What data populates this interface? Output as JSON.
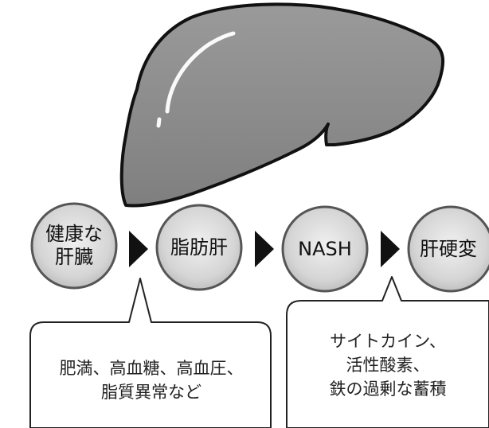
{
  "stages": [
    {
      "id": "healthy",
      "label": "健康な\n肝臓"
    },
    {
      "id": "fatty",
      "label": "脂肪肝"
    },
    {
      "id": "nash",
      "label": "NASH"
    },
    {
      "id": "cirrhosis",
      "label": "肝硬変"
    }
  ],
  "notes": {
    "causes": "肥満、高血糖、高血圧、\n脂質異常など",
    "factors": "サイトカイン、\n活性酸素、\n鉄の過剰な蓄積"
  },
  "colors": {
    "liver_fill": "#8c8c8c",
    "liver_outline": "#111111",
    "circle_fill": "#d9d9d9",
    "circle_border": "#555555",
    "arrow": "#111111"
  }
}
